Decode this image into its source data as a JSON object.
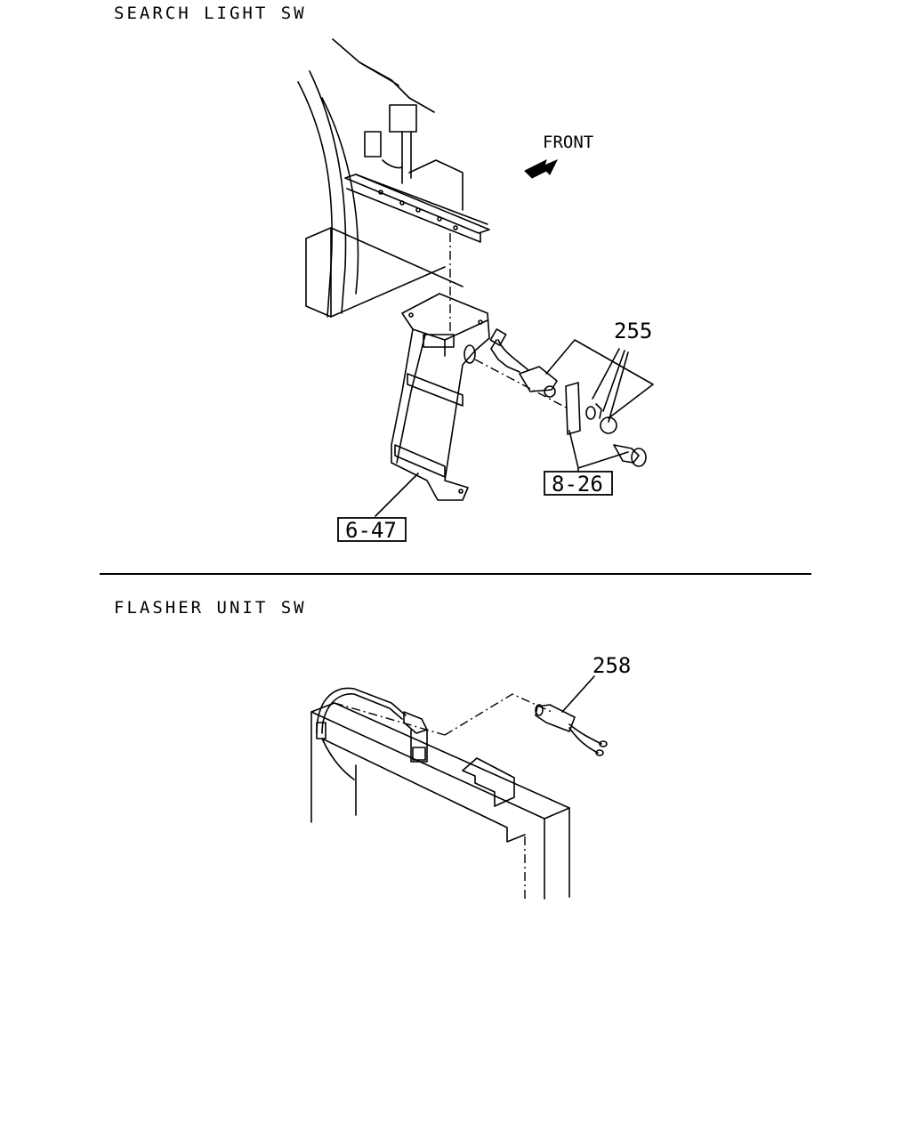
{
  "sections": {
    "top_title": "SEARCH LIGHT SW",
    "bottom_title": "FLASHER UNIT SW"
  },
  "labels": {
    "front": "FRONT",
    "part_255": "255",
    "ref_8_26": "8-26",
    "ref_6_47": "6-47",
    "part_258": "258"
  }
}
